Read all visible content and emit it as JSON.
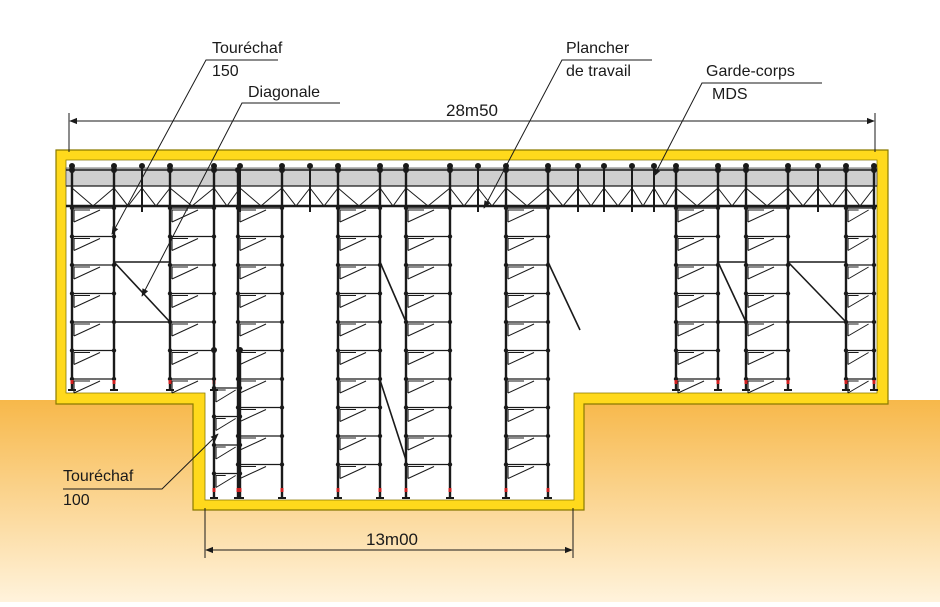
{
  "labels": {
    "tourechaf150_line1": "Touréchaf",
    "tourechaf150_line2": "150",
    "diagonale": "Diagonale",
    "plancher_line1": "Plancher",
    "plancher_line2": "de travail",
    "gardecorps_line1": "Garde-corps",
    "gardecorps_line2": "MDS",
    "tourechaf100_line1": "Touréchaf",
    "tourechaf100_line2": "100"
  },
  "dimensions": {
    "overall_width": "28m50",
    "pit_width": "13m00"
  },
  "colors": {
    "ground_top": "#f7b84a",
    "ground_bottom": "#fff3dc",
    "wall_fill": "#ffd91c",
    "wall_stroke": "#8a7a00",
    "platform_fill": "#cfcfcf",
    "frame_dark": "#1a1a1a",
    "cavity": "#ffffff",
    "accent_red": "#d02020"
  }
}
